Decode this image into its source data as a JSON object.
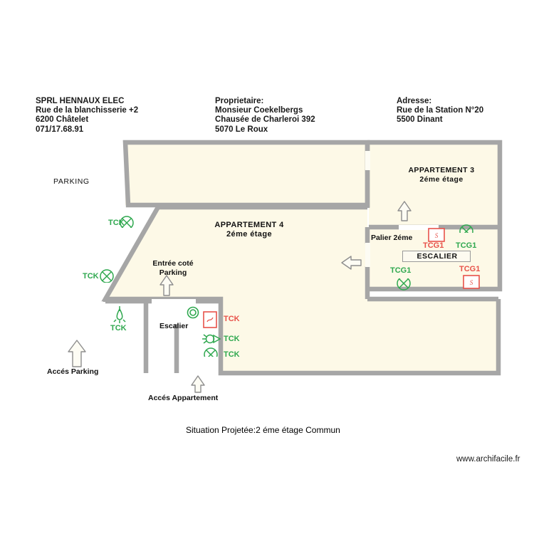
{
  "header": {
    "company": "SPRL HENNAUX ELEC\nRue de la blanchisserie +2\n6200 Châtelet\n071/17.68.91",
    "owner": "Proprietaire:\nMonsieur Coekelbergs\nChausée de Charleroi 392\n5070 Le Roux",
    "address": "Adresse:\nRue de la Station N°20\n5500 Dinant"
  },
  "plan": {
    "parking_label": "PARKING",
    "apartment4": "APPARTEMENT 4\n2éme étage",
    "apartment3": "APPARTEMENT 3\n2éme étage",
    "palier": "Palier 2éme",
    "escalier_box": "ESCALIER",
    "entree_parking": "Entrée coté\nParking",
    "escalier_small": "Escalier",
    "acces_parking": "Accés Parking",
    "acces_appartement": "Accés Appartement"
  },
  "symbols": {
    "tck_top_left": "TCK",
    "tck_mid_left": "TCK",
    "tck_bottom_left": "TCK",
    "tck_switch": "TCK",
    "tck_wall": "TCK",
    "tck_ceiling": "TCK",
    "tcg1_switch_top": "TCG1",
    "tcg1_light_top": "TCG1",
    "tcg1_light_bottom": "TCG1",
    "tcg1_switch_bottom": "TCG1",
    "switch_glyph": "S"
  },
  "footer": {
    "caption": "Situation Projetée:2 éme étage Commun",
    "website": "www.archifacile.fr"
  },
  "colors": {
    "wall": "#a6a6a6",
    "room_fill": "#fdf9e7",
    "green": "#2fa84f",
    "red": "#e8524a",
    "arrow_stroke": "#8a8a8a"
  }
}
